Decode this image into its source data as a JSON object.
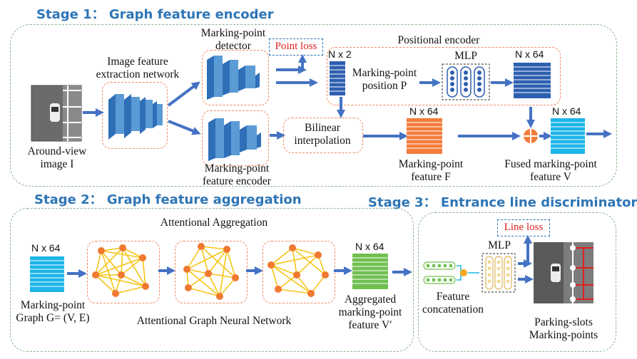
{
  "stage1": {
    "title": "Stage 1： Graph feature encoder",
    "image_label": [
      "Around-view",
      "image I"
    ],
    "feature_net_label": [
      "Image feature",
      "extraction network"
    ],
    "detector_label": [
      "Marking-point",
      "detector"
    ],
    "point_loss": "Point loss",
    "encoder_label": [
      "Marking-point",
      "feature  encoder"
    ],
    "bilinear_label": [
      "Bilinear",
      "interpolation"
    ],
    "positional_encoder": "Positional encoder",
    "nx2": "N x 2",
    "position_label": [
      "Marking-point",
      "position P"
    ],
    "mlp": "MLP",
    "nx64_pos": "N x 64",
    "nx64_f": "N x 64",
    "feature_f_label": [
      "Marking-point",
      "feature F"
    ],
    "nx64_v": "N x 64",
    "fused_label": [
      "Fused marking-point",
      "feature V"
    ]
  },
  "stage2": {
    "title": "Stage 2： Graph feature aggregation",
    "attentional_aggregation": "Attentional Aggregation",
    "nx64_in": "N x 64",
    "graph_label": [
      "Marking-point",
      "Graph  G= (V, E)"
    ],
    "gnn_label": "Attentional Graph Neural Network",
    "nx64_out": "N x 64",
    "aggregated_label": [
      "Aggregated",
      "marking-point",
      "feature V′"
    ]
  },
  "stage3": {
    "title": "Stage 3： Entrance line discriminator",
    "line_loss": "Line loss",
    "mlp": "MLP",
    "concat_label": [
      "Feature",
      "concatenation"
    ],
    "output_label": [
      "Parking-slots",
      "Marking-points"
    ]
  },
  "colors": {
    "title_blue": "#2e75b6",
    "cnn_blue": "#5b9bd5",
    "feature_orange": "#f47c3c",
    "feature_cyan": "#1cb5e8",
    "feature_green": "#70c050",
    "node_orange": "#f07830",
    "edge_yellow": "#f5c518",
    "arrow_blue": "#4472c4",
    "loss_red": "#e02020"
  }
}
